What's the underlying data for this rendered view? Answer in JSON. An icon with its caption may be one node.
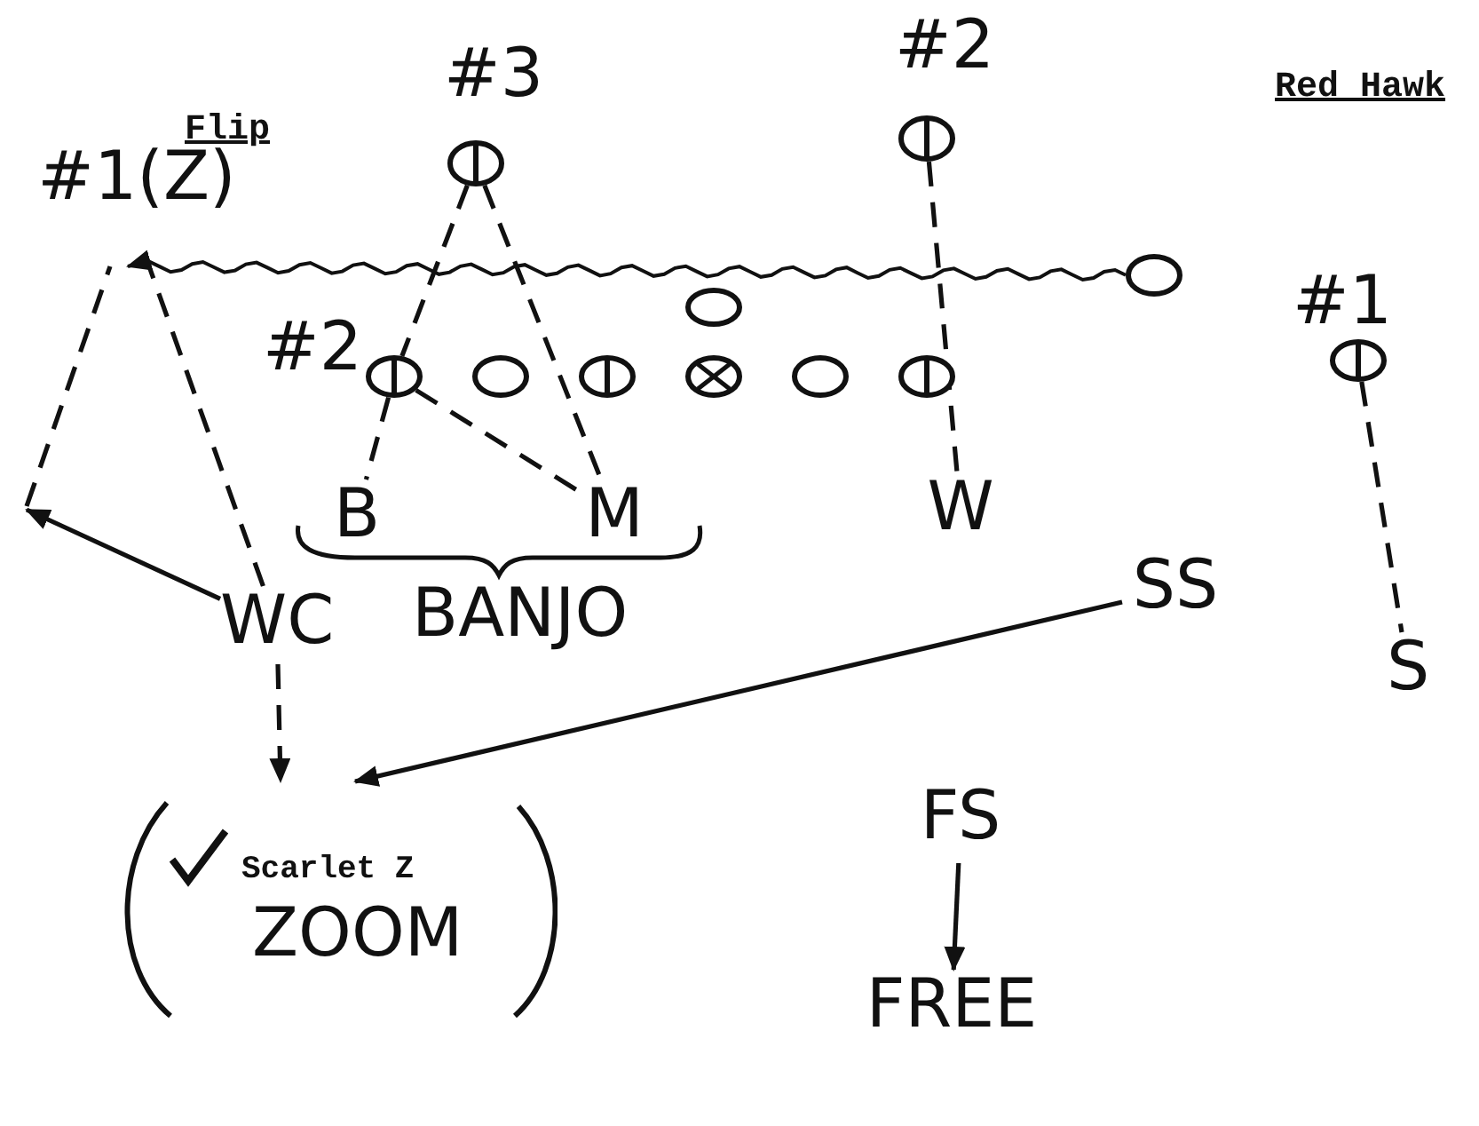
{
  "diagram": {
    "nodes": [
      {
        "text": [
          "#1(Z)"
        ]
      },
      {
        "text": [],
        "shape": "circle",
        "beside": [
          "#3"
        ]
      },
      {
        "text": [],
        "shape": "circle",
        "beside": [
          "#2"
        ]
      },
      {
        "text": [],
        "shape": "circle"
      },
      {
        "text": [],
        "shape": "circle"
      },
      {
        "text": [],
        "shape": "circle",
        "beside": [
          "#2"
        ]
      },
      {
        "text": [],
        "shape": "circle"
      },
      {
        "text": [],
        "shape": "circle"
      },
      {
        "text": [],
        "shape": "circle"
      },
      {
        "text": [],
        "shape": "circle"
      },
      {
        "text": [],
        "shape": "circle"
      },
      {
        "text": [],
        "shape": "circle",
        "beside": [
          "#1"
        ]
      },
      {
        "text": [
          "B"
        ]
      },
      {
        "text": [
          "M"
        ]
      },
      {
        "text": [
          "W"
        ]
      },
      {
        "text": [
          "WC"
        ]
      },
      {
        "text": [
          "SS"
        ]
      },
      {
        "text": [
          "S"
        ]
      },
      {
        "text": [
          "FS"
        ]
      },
      {
        "text": [
          "FREE"
        ]
      },
      {
        "text": [
          "Scarlet Z",
          "ZOOM"
        ]
      }
    ],
    "edges": [
      {
        "from": 4,
        "to": 0,
        "arrow": "to"
      },
      {
        "from": 1,
        "to": 5,
        "arrow": "none",
        "style": "dashed"
      },
      {
        "from": 1,
        "to": 13,
        "arrow": "none",
        "style": "dashed"
      },
      {
        "from": 5,
        "to": 12,
        "arrow": "none",
        "style": "dashed"
      },
      {
        "from": 5,
        "to": 13,
        "arrow": "none",
        "style": "dashed"
      },
      {
        "from": 2,
        "to": 14,
        "arrow": "none",
        "style": "dashed"
      },
      {
        "from": 11,
        "to": 17,
        "arrow": "none",
        "style": "dashed"
      },
      {
        "from": 15,
        "to": null,
        "arrow": "to"
      },
      {
        "from": null,
        "to": 0,
        "arrow": "none",
        "style": "dashed"
      },
      {
        "from": 15,
        "to": 0,
        "arrow": "none",
        "style": "dashed"
      },
      {
        "from": 15,
        "to": 20,
        "arrow": "to",
        "style": "dashed"
      },
      {
        "from": 16,
        "to": 20,
        "arrow": "to"
      },
      {
        "from": 18,
        "to": 19,
        "arrow": "to"
      }
    ],
    "labels": [
      "Flip",
      "Red Hawk",
      "BANJO"
    ]
  }
}
